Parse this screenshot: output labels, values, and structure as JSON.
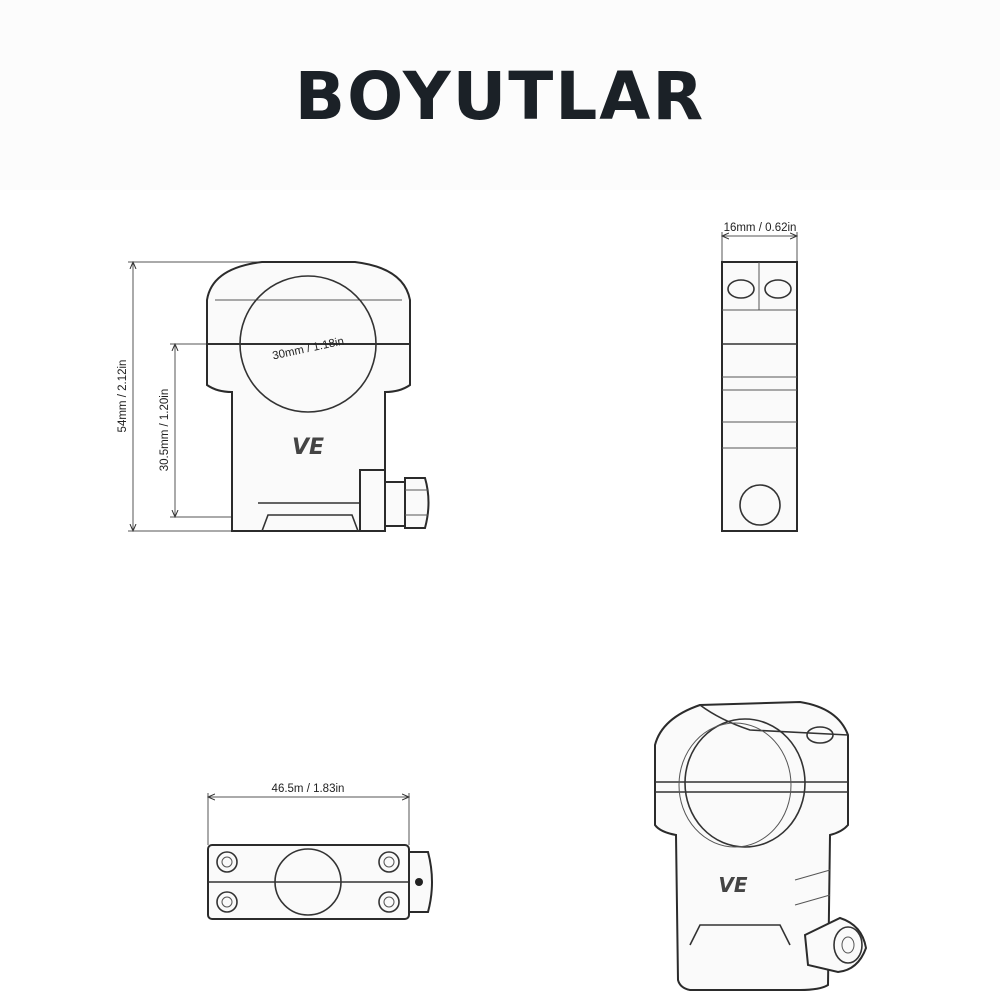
{
  "title": "BOYUTLAR",
  "dimensions": {
    "tube_diameter": "30mm / 1.18in",
    "total_height": "54mm / 2.12in",
    "center_height": "30.5mm / 1.20in",
    "width": "16mm / 0.62in",
    "length": "46.5m / 1.83in"
  },
  "logo": "VE",
  "colors": {
    "line": "#2b2b2b",
    "title": "#1b2127"
  }
}
